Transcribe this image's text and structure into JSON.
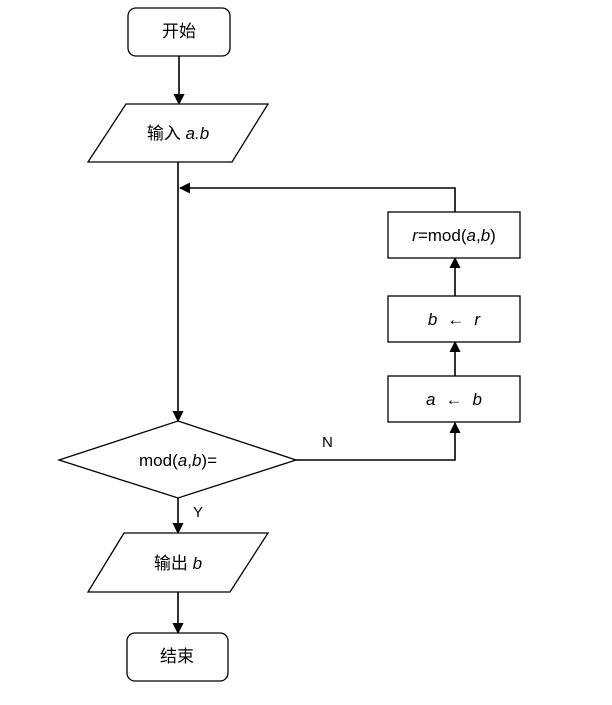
{
  "nodes": {
    "start": "开始",
    "input": {
      "label": "输入 ",
      "var": "a.b"
    },
    "decision": {
      "pre": "mod(",
      "a": "a",
      "comma": ",",
      "b": "b",
      "post": ")="
    },
    "assign_r": {
      "r": "r",
      "mid": "=mod(",
      "a": "a",
      "comma": ",",
      "b": "b",
      "close": ")"
    },
    "assign_b": {
      "left": "b",
      "arrow": "←",
      "right": "r"
    },
    "assign_a": {
      "left": "a",
      "arrow": "←",
      "right": "b"
    },
    "output": {
      "label": "输出 ",
      "var": "b"
    },
    "end": "结束"
  },
  "edge_labels": {
    "yes": "Y",
    "no": "N"
  }
}
